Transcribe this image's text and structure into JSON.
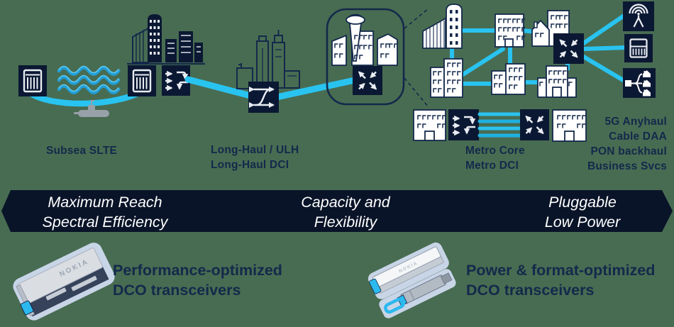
{
  "colors": {
    "background": "#486C52",
    "navy_square": "#0B1833",
    "banner_navy": "#0A1428",
    "outline_navy": "#14294B",
    "link_cyan": "#29C3F0",
    "wave_blue": "#21A0D8",
    "wave_highlight": "#5FCBF0",
    "icon_white": "#E9EDF2",
    "building_white": "#FFFFFF",
    "halo_blue": "#C8D5E7",
    "accent_cyan": "#2BB9EE"
  },
  "network": {
    "subsea": {
      "label": "Subsea SLTE"
    },
    "longhaul": {
      "label_line1": "Long-Haul / ULH",
      "label_line2": "Long-Haul DCI"
    },
    "metro": {
      "label_line1": "Metro Core",
      "label_line2": "Metro DCI"
    },
    "access": {
      "labels": [
        "5G Anyhaul",
        "Cable DAA",
        "PON backhaul",
        "Business Svcs"
      ]
    }
  },
  "banner": {
    "segments": [
      {
        "line1": "Maximum Reach",
        "line2": "Spectral Efficiency"
      },
      {
        "line1": "Capacity and",
        "line2": "Flexibility"
      },
      {
        "line1": "Pluggable",
        "line2": "Low Power"
      }
    ]
  },
  "products": [
    {
      "title_line1": "Performance-optimized",
      "title_line2": "DCO transceivers",
      "brand": "NOKIA"
    },
    {
      "title_line1": "Power & format-optimized",
      "title_line2": "DCO transceivers",
      "brand": "NOKIA"
    }
  ]
}
